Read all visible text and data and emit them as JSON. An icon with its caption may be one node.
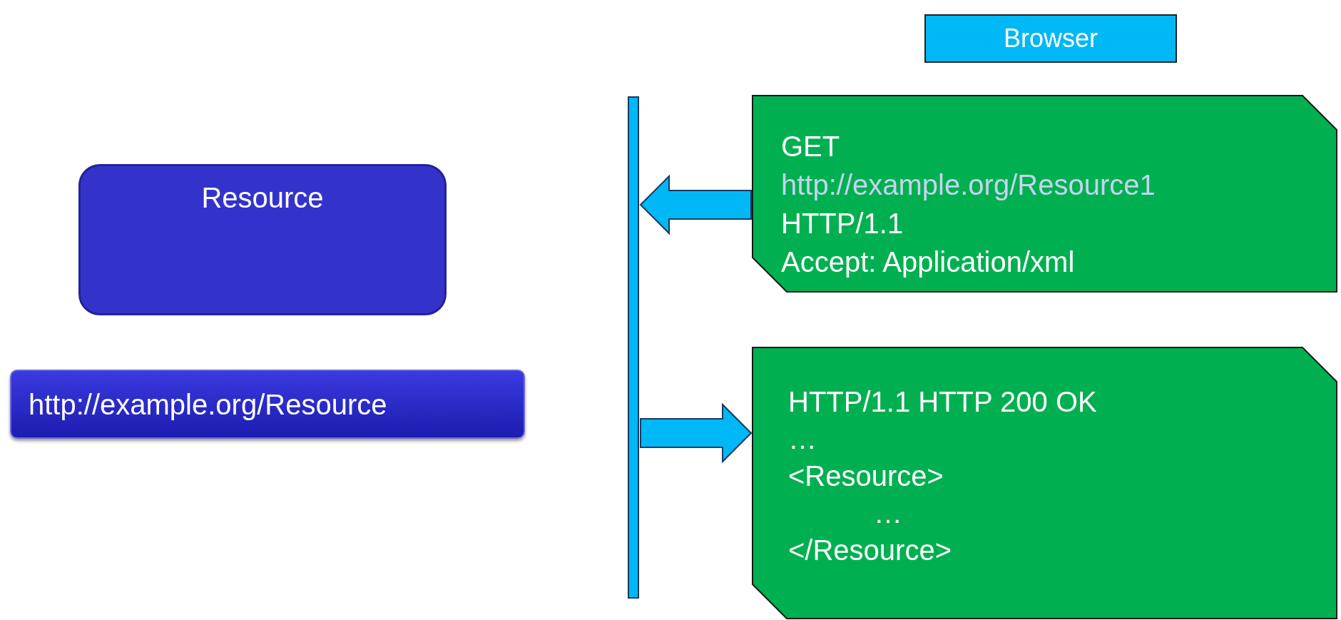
{
  "diagram": {
    "nodes": [
      {
        "text": [
          "Browser"
        ]
      },
      {
        "text": [
          "Resource"
        ]
      },
      {
        "text": [
          "http://example.org/Resource"
        ]
      },
      {
        "text": [],
        "shape": "bar"
      },
      {
        "text": [
          "GET",
          "http://example.org/Resource1",
          "HTTP/1.1",
          "Accept: Application/xml"
        ]
      },
      {
        "text": [
          "HTTP/1.1 HTTP 200 OK",
          "…",
          "<Resource>",
          "…",
          "</Resource>"
        ]
      }
    ],
    "edges": [
      {
        "from": 4,
        "to": 3,
        "arrow": "to"
      },
      {
        "from": 3,
        "to": 5,
        "arrow": "to"
      }
    ]
  }
}
